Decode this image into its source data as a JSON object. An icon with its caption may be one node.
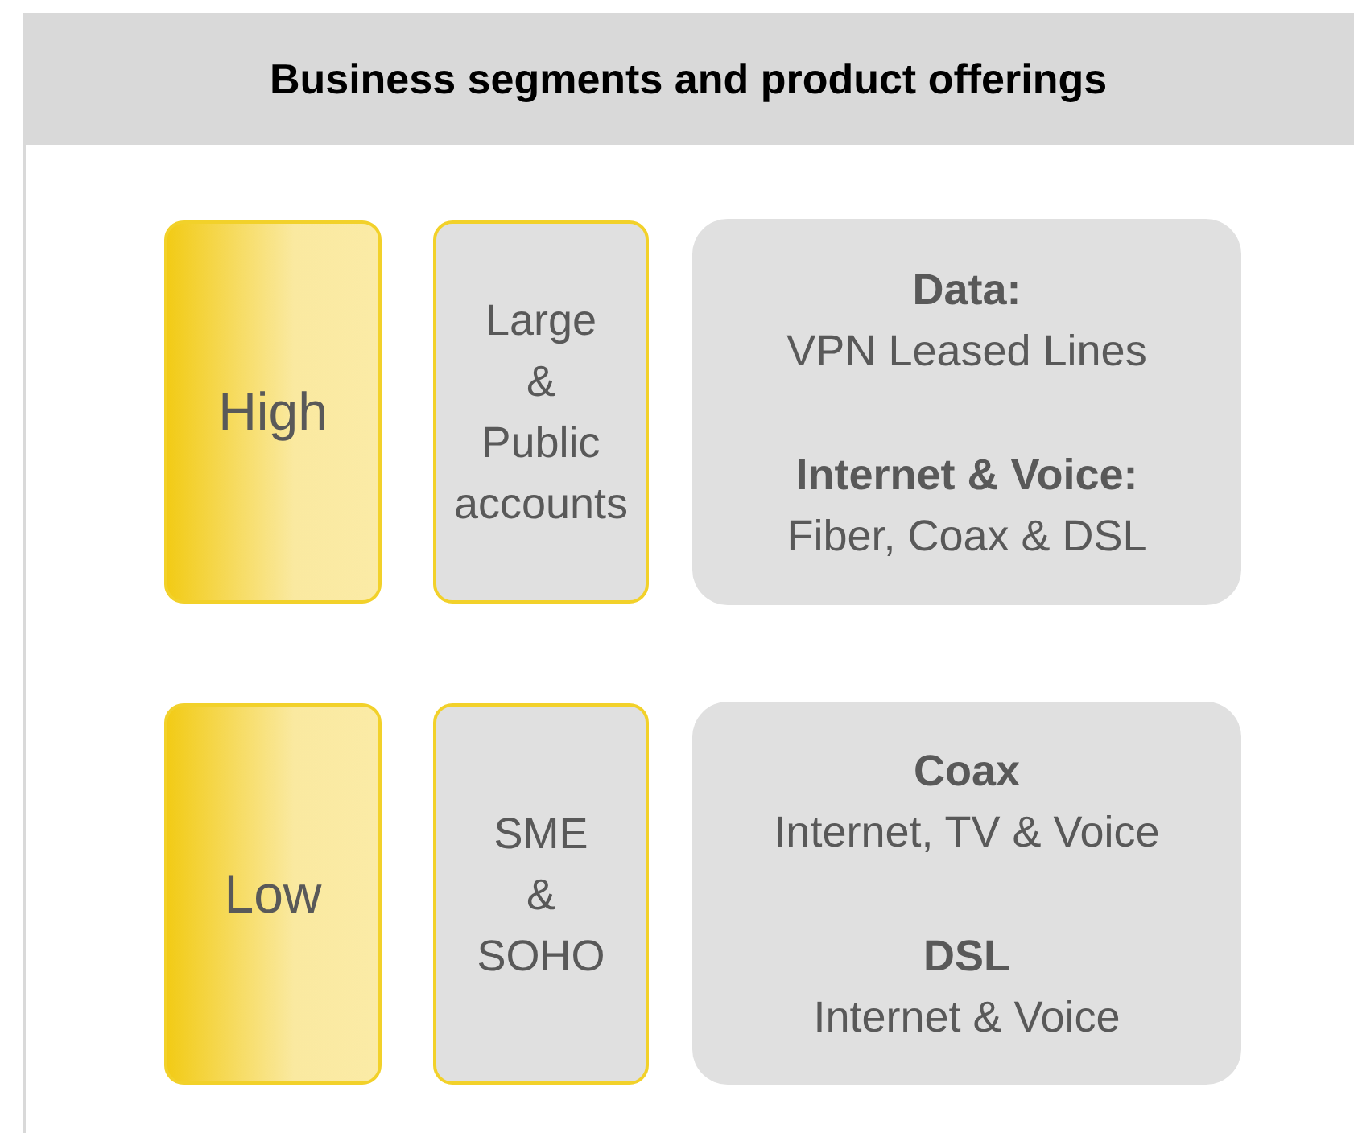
{
  "diagram": {
    "title": "Business segments and product offerings",
    "nodes": [
      {
        "text": [
          "High"
        ]
      },
      {
        "text": [
          "Large & Public accounts"
        ]
      },
      {
        "text": [
          "Data:",
          "VPN Leased Lines",
          "Internet & Voice:",
          "Fiber, Coax & DSL"
        ]
      },
      {
        "text": [
          "Low"
        ]
      },
      {
        "text": [
          "SME & SOHO"
        ]
      },
      {
        "text": [
          "Coax",
          "Internet, TV & Voice",
          "DSL",
          "Internet & Voice"
        ]
      }
    ]
  }
}
